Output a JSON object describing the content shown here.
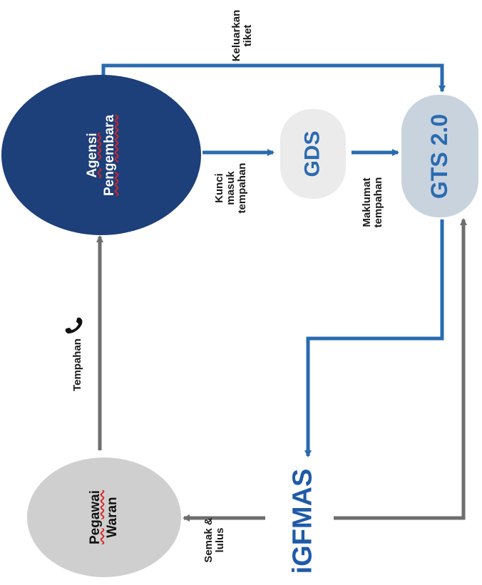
{
  "nodes": {
    "agensi": {
      "line1": "Agensi",
      "line2": "Pengembara"
    },
    "gds": {
      "label": "GDS"
    },
    "gts": {
      "label": "GTS 2.0"
    },
    "pegawai": {
      "line1": "Pegawai",
      "line2": "Waran"
    },
    "igfmas": {
      "label": "iGFMAS"
    }
  },
  "edges": {
    "keluarkan": {
      "line1": "Keluarkan",
      "line2": "tiket"
    },
    "kunci": {
      "line1": "Kunci",
      "line2": "masuk",
      "line3": "tempahan"
    },
    "maklumat": {
      "line1": "Maklumat",
      "line2": "tempahan"
    },
    "tempahan": {
      "label": "Tempahan"
    },
    "semak": {
      "line1": "Semak &",
      "line2": "lulus"
    }
  },
  "colors": {
    "blue": "#2a6bb0",
    "gray": "#6e6e6e",
    "navy": "#1d3f7a"
  }
}
